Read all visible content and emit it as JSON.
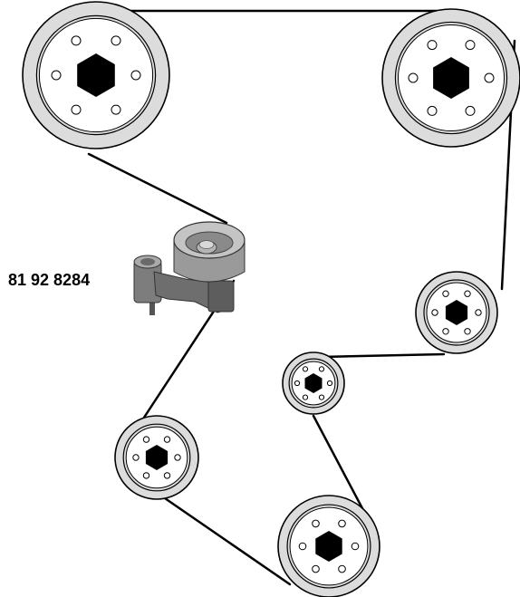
{
  "part_number": "81 92 8284",
  "colors": {
    "pulley_fill": "#dcdcdc",
    "outline": "#000000",
    "belt": "#000000",
    "hub": "#000000",
    "tensioner_body": "#7a7a7a",
    "tensioner_bearing": "#b8b8b8",
    "background": "#ffffff"
  },
  "components": {
    "pulleys": [
      {
        "name": "upper-left-camshaft-pulley"
      },
      {
        "name": "upper-right-camshaft-pulley"
      },
      {
        "name": "right-idler-pulley"
      },
      {
        "name": "middle-idler-pulley"
      },
      {
        "name": "lower-left-pulley"
      },
      {
        "name": "crankshaft-pulley"
      }
    ],
    "tensioner": {
      "name": "belt-tensioner-photo"
    }
  }
}
